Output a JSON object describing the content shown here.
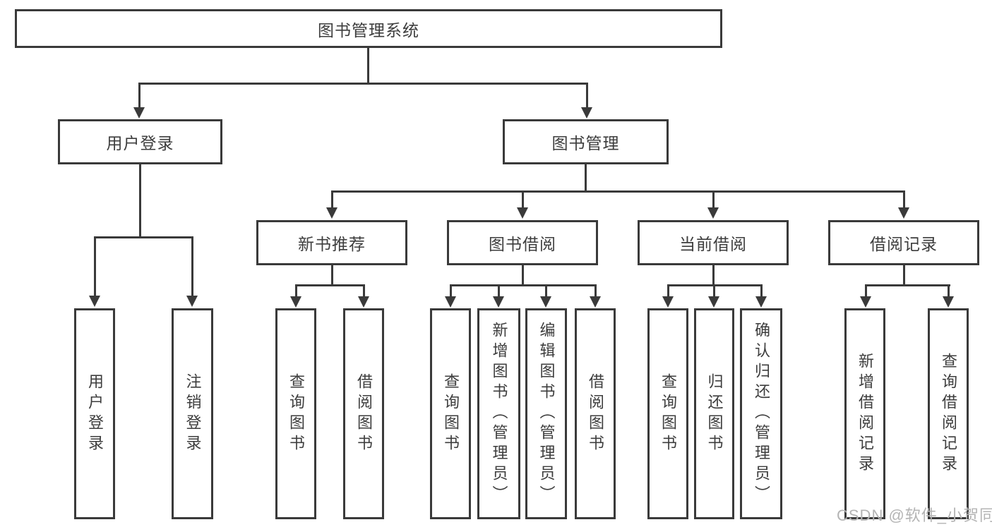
{
  "diagram": {
    "root": {
      "label": "图书管理系统"
    },
    "level2": [
      {
        "label": "用户登录"
      },
      {
        "label": "图书管理"
      }
    ],
    "login_children": [
      {
        "label": "用户登录"
      },
      {
        "label": "注销登录"
      }
    ],
    "level3": [
      {
        "label": "新书推荐"
      },
      {
        "label": "图书借阅"
      },
      {
        "label": "当前借阅"
      },
      {
        "label": "借阅记录"
      }
    ],
    "recommend_children": [
      {
        "label": "查询图书"
      },
      {
        "label": "借阅图书"
      }
    ],
    "borrow_children": [
      {
        "label": "查询图书"
      },
      {
        "label": "新增图书（管理员）"
      },
      {
        "label": "编辑图书（管理员）"
      },
      {
        "label": "借阅图书"
      }
    ],
    "current_children": [
      {
        "label": "查询图书"
      },
      {
        "label": "归还图书"
      },
      {
        "label": "确认归还（管理员）"
      }
    ],
    "record_children": [
      {
        "label": "新增借阅记录"
      },
      {
        "label": "查询借阅记录"
      }
    ],
    "watermark": "CSDN @软件_小贺同学",
    "colors": {
      "line": "#3a3a3a",
      "text": "#3d3d3d",
      "watermark": "#b4b4b4",
      "background": "#ffffff"
    }
  }
}
